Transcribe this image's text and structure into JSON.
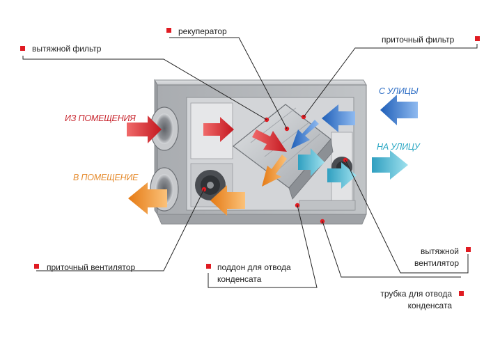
{
  "labels": {
    "exhaust_filter": "вытяжной фильтр",
    "recuperator": "рекуператор",
    "supply_filter": "приточный фильтр",
    "supply_fan": "приточный вентилятор",
    "condensate_tray": [
      "поддон для отвода",
      "конденсата"
    ],
    "exhaust_fan": [
      "вытяжной",
      "вентилятор"
    ],
    "condensate_tube": [
      "трубка для отвода",
      "конденсата"
    ]
  },
  "flows": {
    "from_room": "ИЗ ПОМЕЩЕНИЯ",
    "to_room": "В ПОМЕЩЕНИЕ",
    "from_street": "С УЛИЦЫ",
    "to_street": "НА УЛИЦУ"
  },
  "colors": {
    "marker": "#e01b22",
    "from_room": "#c8262e",
    "to_room": "#e58a2c",
    "from_street": "#2b6cc4",
    "to_street": "#2aa7c3",
    "housing": "#b9bcc0",
    "leader": "#222222"
  }
}
